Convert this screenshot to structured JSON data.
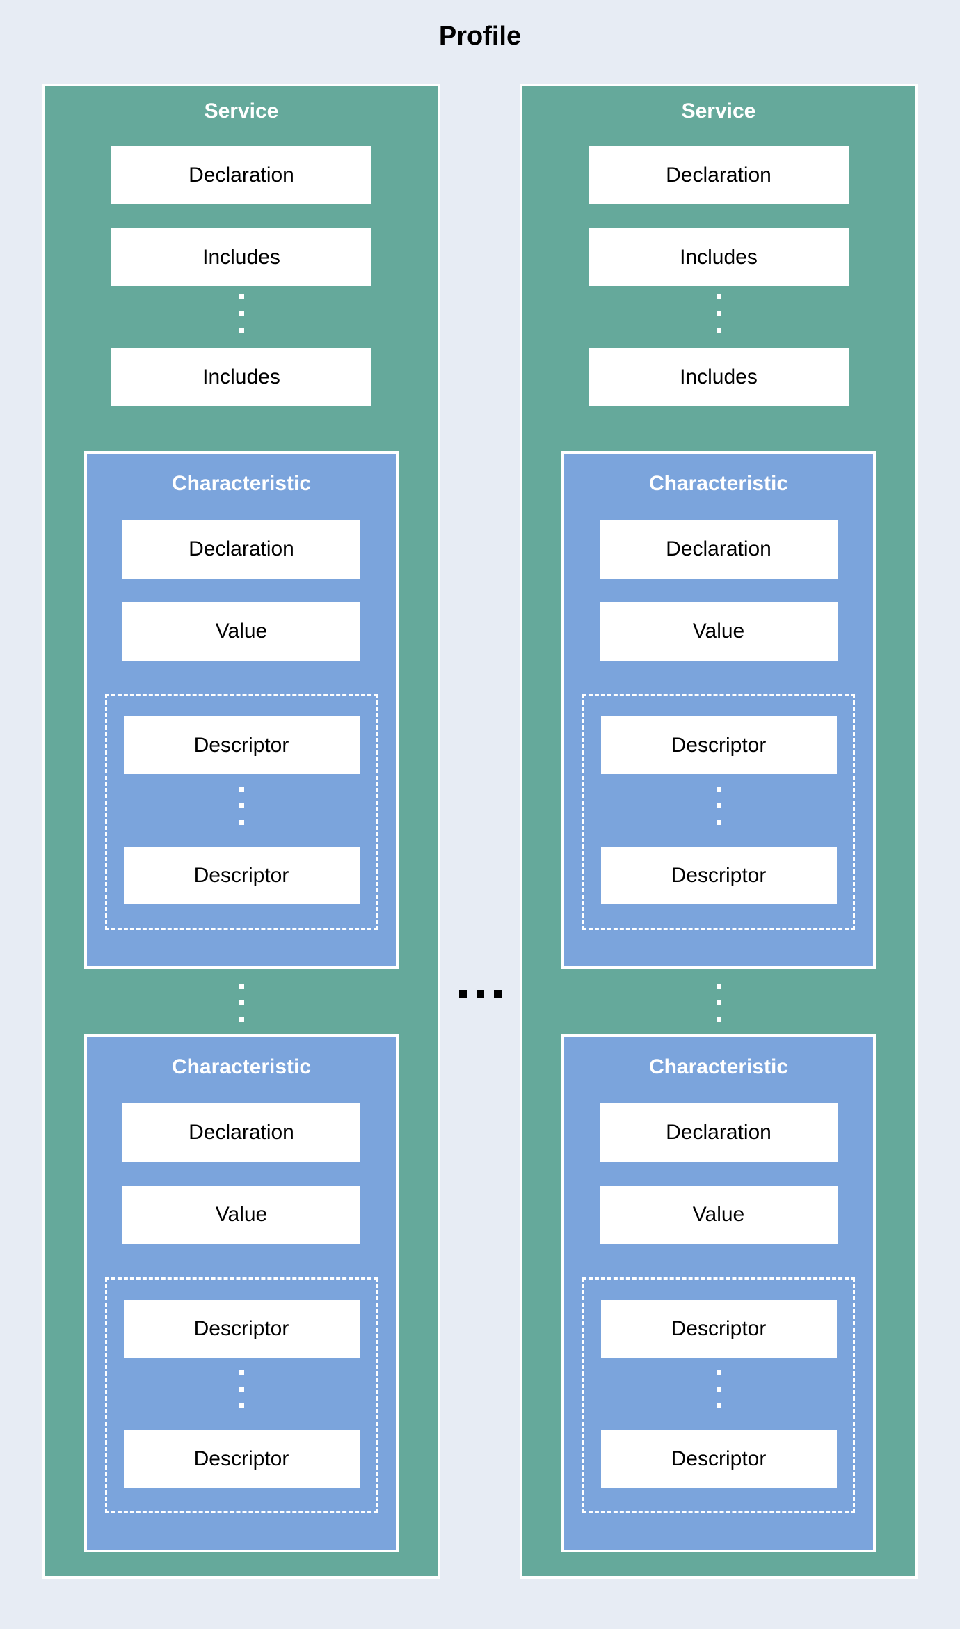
{
  "title": "Profile",
  "colors": {
    "background": "#E7ECF4",
    "service-fill": "#65A99B",
    "characteristic-fill": "#7BA4DC",
    "box-fill": "#FFFFFF",
    "text": "#000000",
    "header-text": "#FFFFFF"
  },
  "ellipsis": {
    "horizontal": ". . .",
    "vertical": "⋮"
  },
  "services": [
    {
      "title": "Service",
      "declaration": "Declaration",
      "includes": [
        "Includes",
        "Includes"
      ],
      "characteristics": [
        {
          "title": "Characteristic",
          "declaration": "Declaration",
          "value": "Value",
          "descriptors": [
            "Descriptor",
            "Descriptor"
          ]
        },
        {
          "title": "Characteristic",
          "declaration": "Declaration",
          "value": "Value",
          "descriptors": [
            "Descriptor",
            "Descriptor"
          ]
        }
      ]
    },
    {
      "title": "Service",
      "declaration": "Declaration",
      "includes": [
        "Includes",
        "Includes"
      ],
      "characteristics": [
        {
          "title": "Characteristic",
          "declaration": "Declaration",
          "value": "Value",
          "descriptors": [
            "Descriptor",
            "Descriptor"
          ]
        },
        {
          "title": "Characteristic",
          "declaration": "Declaration",
          "value": "Value",
          "descriptors": [
            "Descriptor",
            "Descriptor"
          ]
        }
      ]
    }
  ]
}
